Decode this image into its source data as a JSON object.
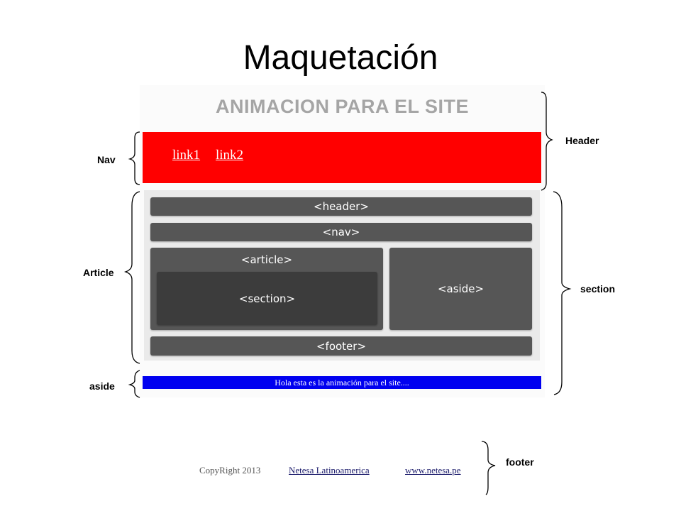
{
  "slide": {
    "title": "Maquetación"
  },
  "mockup": {
    "site_title": "ANIMACION PARA EL SITE",
    "nav_links": [
      "link1",
      "link2"
    ],
    "blocks": {
      "header": "<header>",
      "nav": "<nav>",
      "article": "<article>",
      "section": "<section>",
      "aside": "<aside>",
      "footer": "<footer>"
    },
    "marquee_text": "Hola esta es la animación para el site....",
    "footer": {
      "copyright": "CopyRight 2013",
      "link1": "Netesa Latinoamerica",
      "link2": "www.netesa.pe"
    }
  },
  "annotations": {
    "nav": "Nav",
    "article": "Article",
    "aside": "aside",
    "header": "Header",
    "section": "section",
    "footer": "footer"
  },
  "colors": {
    "nav_bar": "#ff0000",
    "aside_bar": "#0000f0",
    "block": "#565656",
    "inner_block": "#3c3c3c"
  }
}
